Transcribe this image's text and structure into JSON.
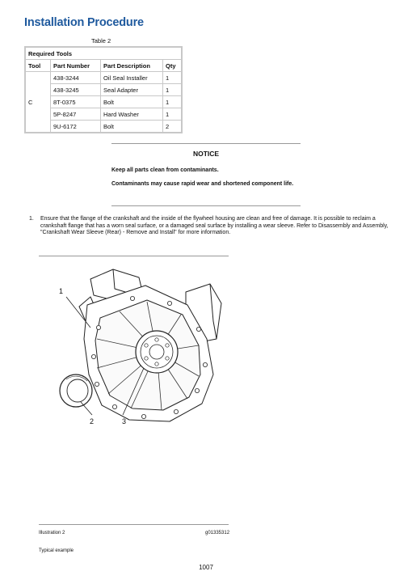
{
  "title": "Installation Procedure",
  "table": {
    "caption": "Table 2",
    "heading": "Required Tools",
    "columns": [
      "Tool",
      "Part Number",
      "Part Description",
      "Qty"
    ],
    "tool": "C",
    "rows": [
      {
        "part": "438-3244",
        "desc": "Oil Seal Installer",
        "qty": "1"
      },
      {
        "part": "438-3245",
        "desc": "Seal Adapter",
        "qty": "1"
      },
      {
        "part": "8T-0375",
        "desc": "Bolt",
        "qty": "1"
      },
      {
        "part": "5P-8247",
        "desc": "Hard Washer",
        "qty": "1"
      },
      {
        "part": "9U-6172",
        "desc": "Bolt",
        "qty": "2"
      }
    ]
  },
  "notice": {
    "title": "NOTICE",
    "lines": [
      "Keep all parts clean from contaminants.",
      "Contaminants may cause rapid wear and shortened component life."
    ]
  },
  "step": {
    "number": "1.",
    "text": "Ensure that the flange of the crankshaft and the inside of the flywheel housing are clean and free of damage. It is possible to reclaim a crankshaft flange that has a worn seal surface, or a damaged seal surface by installing a wear sleeve. Refer to Disassembly and Assembly, \"Crankshaft Wear Sleeve (Rear) - Remove and Install\" for more information."
  },
  "illustration": {
    "callouts": [
      "1",
      "2",
      "3"
    ],
    "label": "Illustration 2",
    "id": "g01335312",
    "caption": "Typical example"
  },
  "page_number": "1007"
}
